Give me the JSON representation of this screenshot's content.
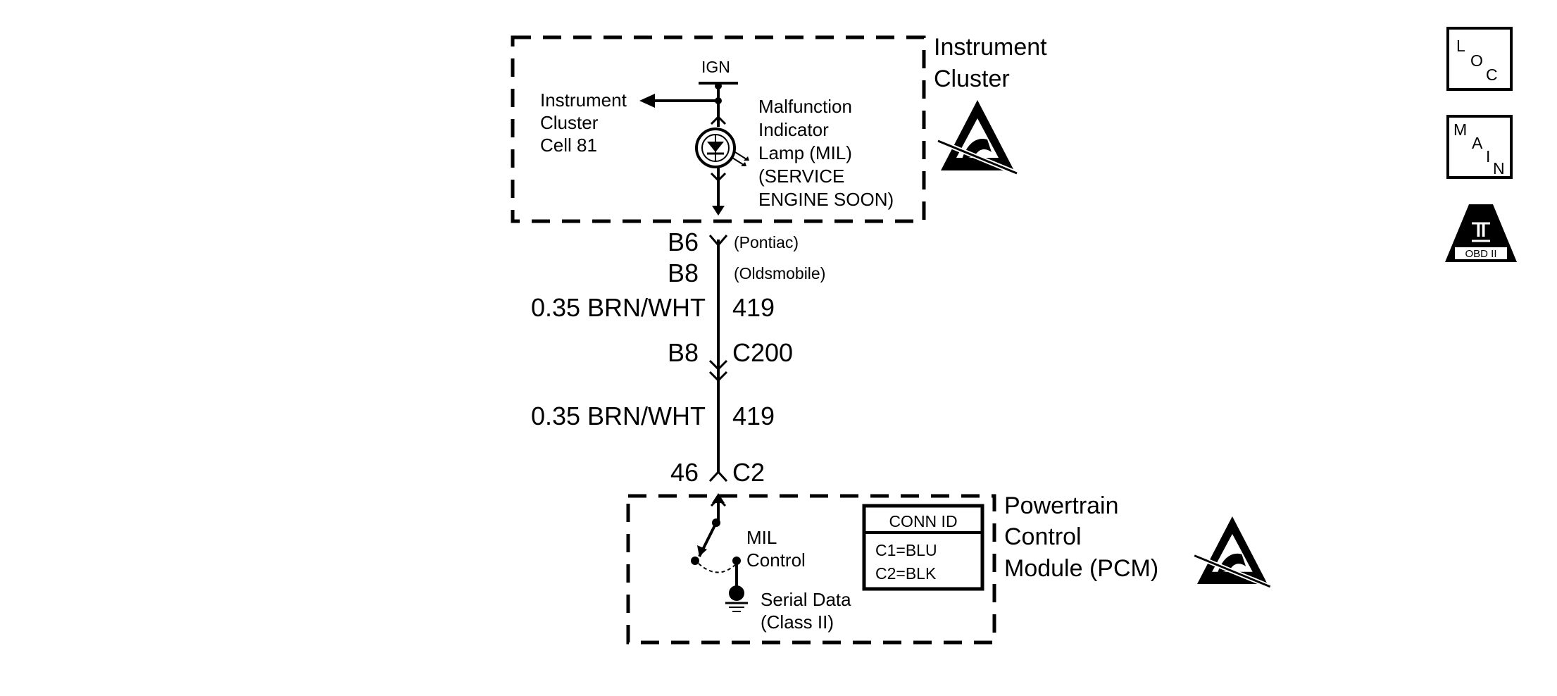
{
  "instrument_cluster": {
    "title_line1": "Instrument",
    "title_line2": "Cluster",
    "ign_label": "IGN",
    "cell_ref_line1": "Instrument",
    "cell_ref_line2": "Cluster",
    "cell_ref_line3": "Cell 81",
    "lamp_line1": "Malfunction",
    "lamp_line2": "Indicator",
    "lamp_line3": "Lamp (MIL)",
    "lamp_line4": "(SERVICE",
    "lamp_line5": "ENGINE SOON)"
  },
  "connector_top": {
    "pin_pontiac": "B6",
    "pontiac_label": "(Pontiac)",
    "pin_oldsmobile": "B8",
    "oldsmobile_label": "(Oldsmobile)"
  },
  "wire1": {
    "gauge_color": "0.35 BRN/WHT",
    "circuit": "419"
  },
  "connector_c200": {
    "pin": "B8",
    "name": "C200"
  },
  "wire2": {
    "gauge_color": "0.35 BRN/WHT",
    "circuit": "419"
  },
  "connector_c2": {
    "pin": "46",
    "name": "C2"
  },
  "pcm": {
    "title_line1": "Powertrain",
    "title_line2": "Control",
    "title_line3": "Module (PCM)",
    "mil_line1": "MIL",
    "mil_line2": "Control",
    "serial_line1": "Serial Data",
    "serial_line2": "(Class II)",
    "conn_id_title": "CONN ID",
    "conn_c1": "C1=BLU",
    "conn_c2": "C2=BLK"
  },
  "side_icons": {
    "loc": [
      "L",
      "O",
      "C"
    ],
    "main": [
      "M",
      "A",
      "I",
      "N"
    ],
    "obd_numeral": "II",
    "obd_label": "OBD II"
  }
}
